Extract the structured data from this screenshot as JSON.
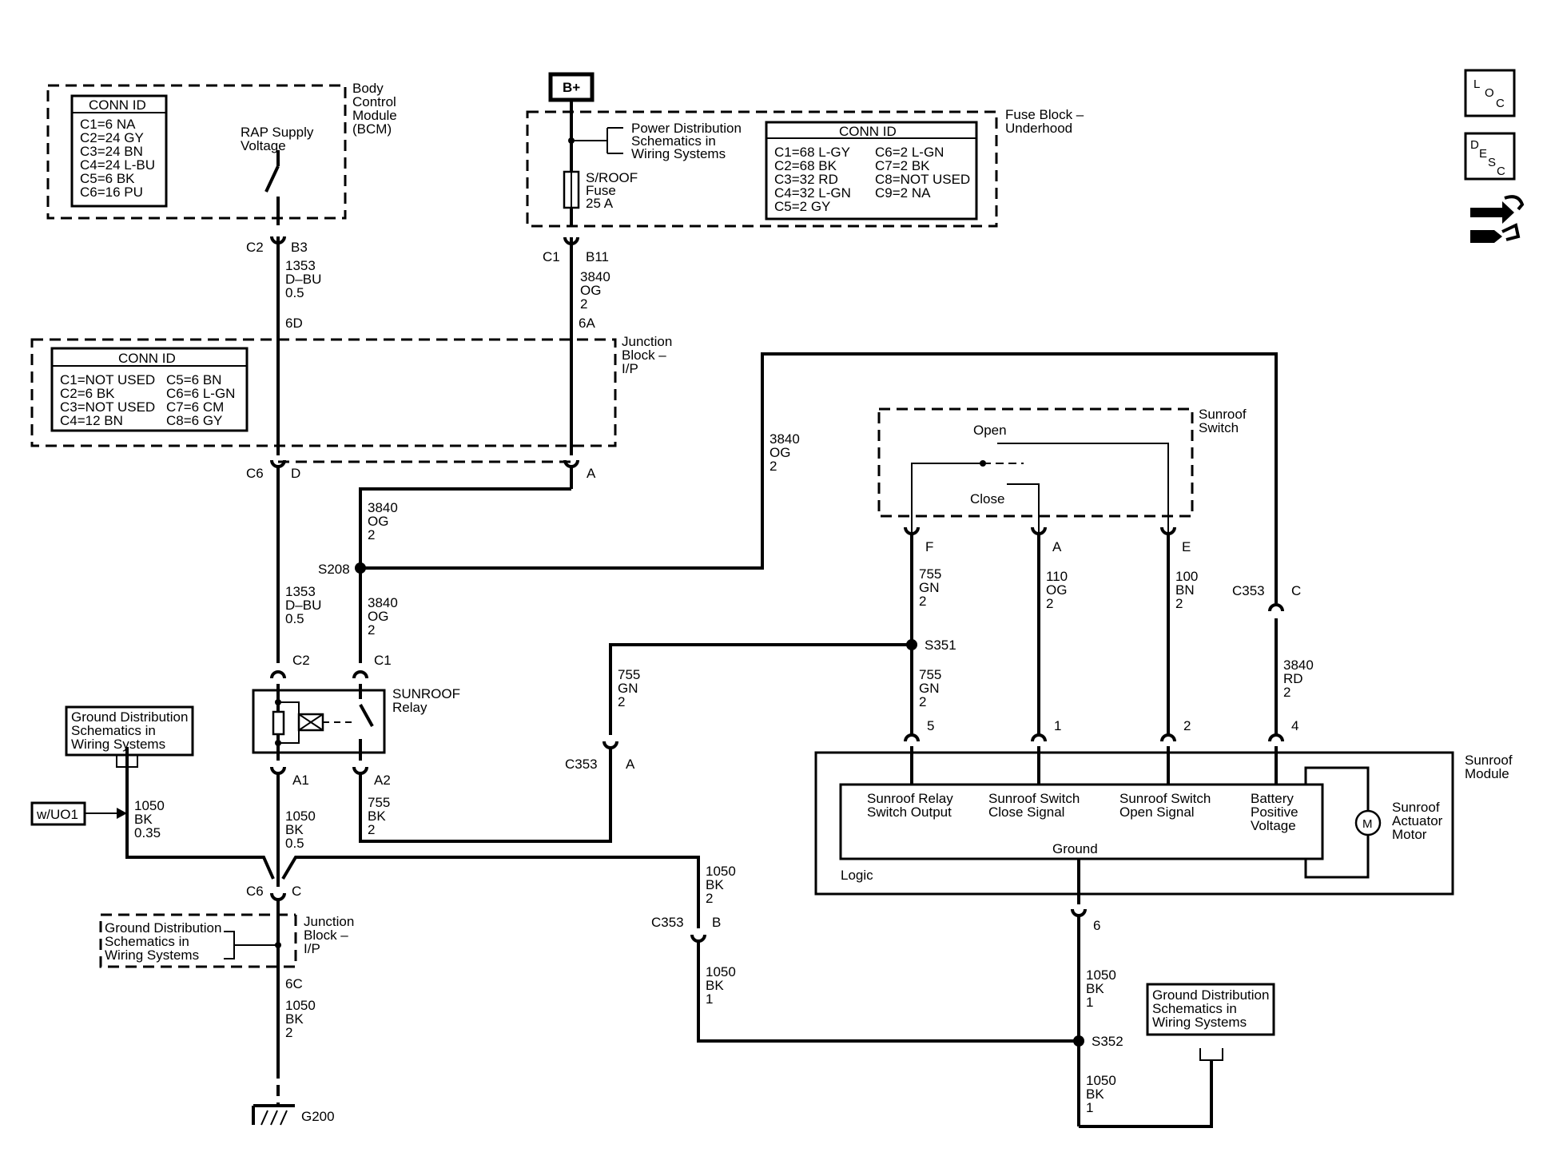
{
  "bcm": {
    "name": [
      "Body",
      "Control",
      "Module",
      "(BCM)"
    ],
    "conn_title": "CONN ID",
    "conn_rows": [
      "C1=6 NA",
      "C2=24 GY",
      "C3=24 BN",
      "C4=24 L-BU",
      "C5=6 BK",
      "C6=16 PU"
    ],
    "rap_label": [
      "RAP Supply",
      "Voltage"
    ]
  },
  "battery": {
    "label": "B+"
  },
  "fuse_block": {
    "name": [
      "Fuse Block –",
      "Underhood"
    ],
    "pd_ref": [
      "Power Distribution",
      "Schematics in",
      "Wiring Systems"
    ],
    "fuse_label": [
      "S/ROOF",
      "Fuse",
      "25 A"
    ],
    "conn_title": "CONN ID",
    "conn_col1": [
      "C1=68 L-GY",
      "C2=68 BK",
      "C3=32 RD",
      "C4=32 L-GN",
      "C5=2 GY"
    ],
    "conn_col2": [
      "C6=2 L-GN",
      "C7=2 BK",
      "C8=NOT USED",
      "C9=2 NA"
    ]
  },
  "jb_ip": {
    "name": [
      "Junction",
      "Block –",
      "I/P"
    ],
    "conn_title": "CONN ID",
    "conn_col1": [
      "C1=NOT USED",
      "C2=6 BK",
      "C3=NOT USED",
      "C4=12 BN"
    ],
    "conn_col2": [
      "C5=6 BN",
      "C6=6 L-GN",
      "C7=6 CM",
      "C8=6 GY"
    ]
  },
  "connectors": {
    "c2": "C2",
    "b3": "B3",
    "c1_fuse": "C1",
    "b11": "B11",
    "c6_top": "C6",
    "d": "D",
    "a_jb": "A",
    "relay_c2": "C2",
    "relay_c1": "C1",
    "relay_a1": "A1",
    "relay_a2": "A2",
    "c6_bottom": "C6",
    "c_bottom": "C",
    "c353_a_name": "C353",
    "c353_a": "A",
    "c353_b_name": "C353",
    "c353_b": "B",
    "c353_c_name": "C353",
    "c353_c": "C",
    "sw_f": "F",
    "sw_a": "A",
    "sw_e": "E",
    "mod_5": "5",
    "mod_1": "1",
    "mod_2": "2",
    "mod_4": "4",
    "mod_6": "6",
    "pin_6d": "6D",
    "pin_6a": "6A",
    "pin_6c": "6C"
  },
  "splices": {
    "s208": "S208",
    "s351": "S351",
    "s352": "S352"
  },
  "wires": {
    "w1353_top": [
      "1353",
      "D–BU",
      "0.5"
    ],
    "w3840_top": [
      "3840",
      "OG",
      "2"
    ],
    "w3840_mid": [
      "3840",
      "OG",
      "2"
    ],
    "w3840_long": [
      "3840",
      "OG",
      "2"
    ],
    "w1353_bot": [
      "1353",
      "D–BU",
      "0.5"
    ],
    "w3840_c1": [
      "3840",
      "OG",
      "2"
    ],
    "w755_a2": [
      "755",
      "BK",
      "2"
    ],
    "w755_c353": [
      "755",
      "GN",
      "2"
    ],
    "w1050_uo1": [
      "1050",
      "BK",
      "0.35"
    ],
    "w1050_a1": [
      "1050",
      "BK",
      "0.5"
    ],
    "w1050_right": [
      "1050",
      "BK",
      "2"
    ],
    "w1050_c353": [
      "1050",
      "BK",
      "1"
    ],
    "w1050_g200": [
      "1050",
      "BK",
      "2"
    ],
    "w755_f": [
      "755",
      "GN",
      "2"
    ],
    "w755_5": [
      "755",
      "GN",
      "2"
    ],
    "w110": [
      "110",
      "OG",
      "2"
    ],
    "w100": [
      "100",
      "BN",
      "2"
    ],
    "w3840_rd": [
      "3840",
      "RD",
      "2"
    ],
    "w1050_6": [
      "1050",
      "BK",
      "1"
    ],
    "w1050_s352": [
      "1050",
      "BK",
      "1"
    ]
  },
  "relay": {
    "name": [
      "SUNROOF",
      "Relay"
    ]
  },
  "ground_refs": {
    "left": [
      "Ground Distribution",
      "Schematics in",
      "Wiring Systems"
    ],
    "jb": [
      "Ground Distribution",
      "Schematics in",
      "Wiring Systems"
    ],
    "right": [
      "Ground Distribution",
      "Schematics in",
      "Wiring Systems"
    ]
  },
  "option_tag": "w/UO1",
  "jb_bottom": {
    "name": [
      "Junction",
      "Block –",
      "I/P"
    ]
  },
  "ground": {
    "label": "G200"
  },
  "switch": {
    "name": [
      "Sunroof",
      "Switch"
    ],
    "open": "Open",
    "close": "Close"
  },
  "module": {
    "name": [
      "Sunroof",
      "Module"
    ],
    "relay_out": [
      "Sunroof Relay",
      "Switch Output"
    ],
    "close_sig": [
      "Sunroof Switch",
      "Close Signal"
    ],
    "open_sig": [
      "Sunroof Switch",
      "Open Signal"
    ],
    "batt": [
      "Battery",
      "Positive",
      "Voltage"
    ],
    "ground": "Ground",
    "logic": "Logic",
    "motor": [
      "Sunroof",
      "Actuator",
      "Motor"
    ],
    "motor_symbol": "M"
  },
  "side_icons": {
    "loc": [
      "L",
      "O",
      "C"
    ],
    "desc": [
      "D",
      "E",
      "S",
      "C"
    ],
    "diag_icon": "connector-tool-icon"
  }
}
